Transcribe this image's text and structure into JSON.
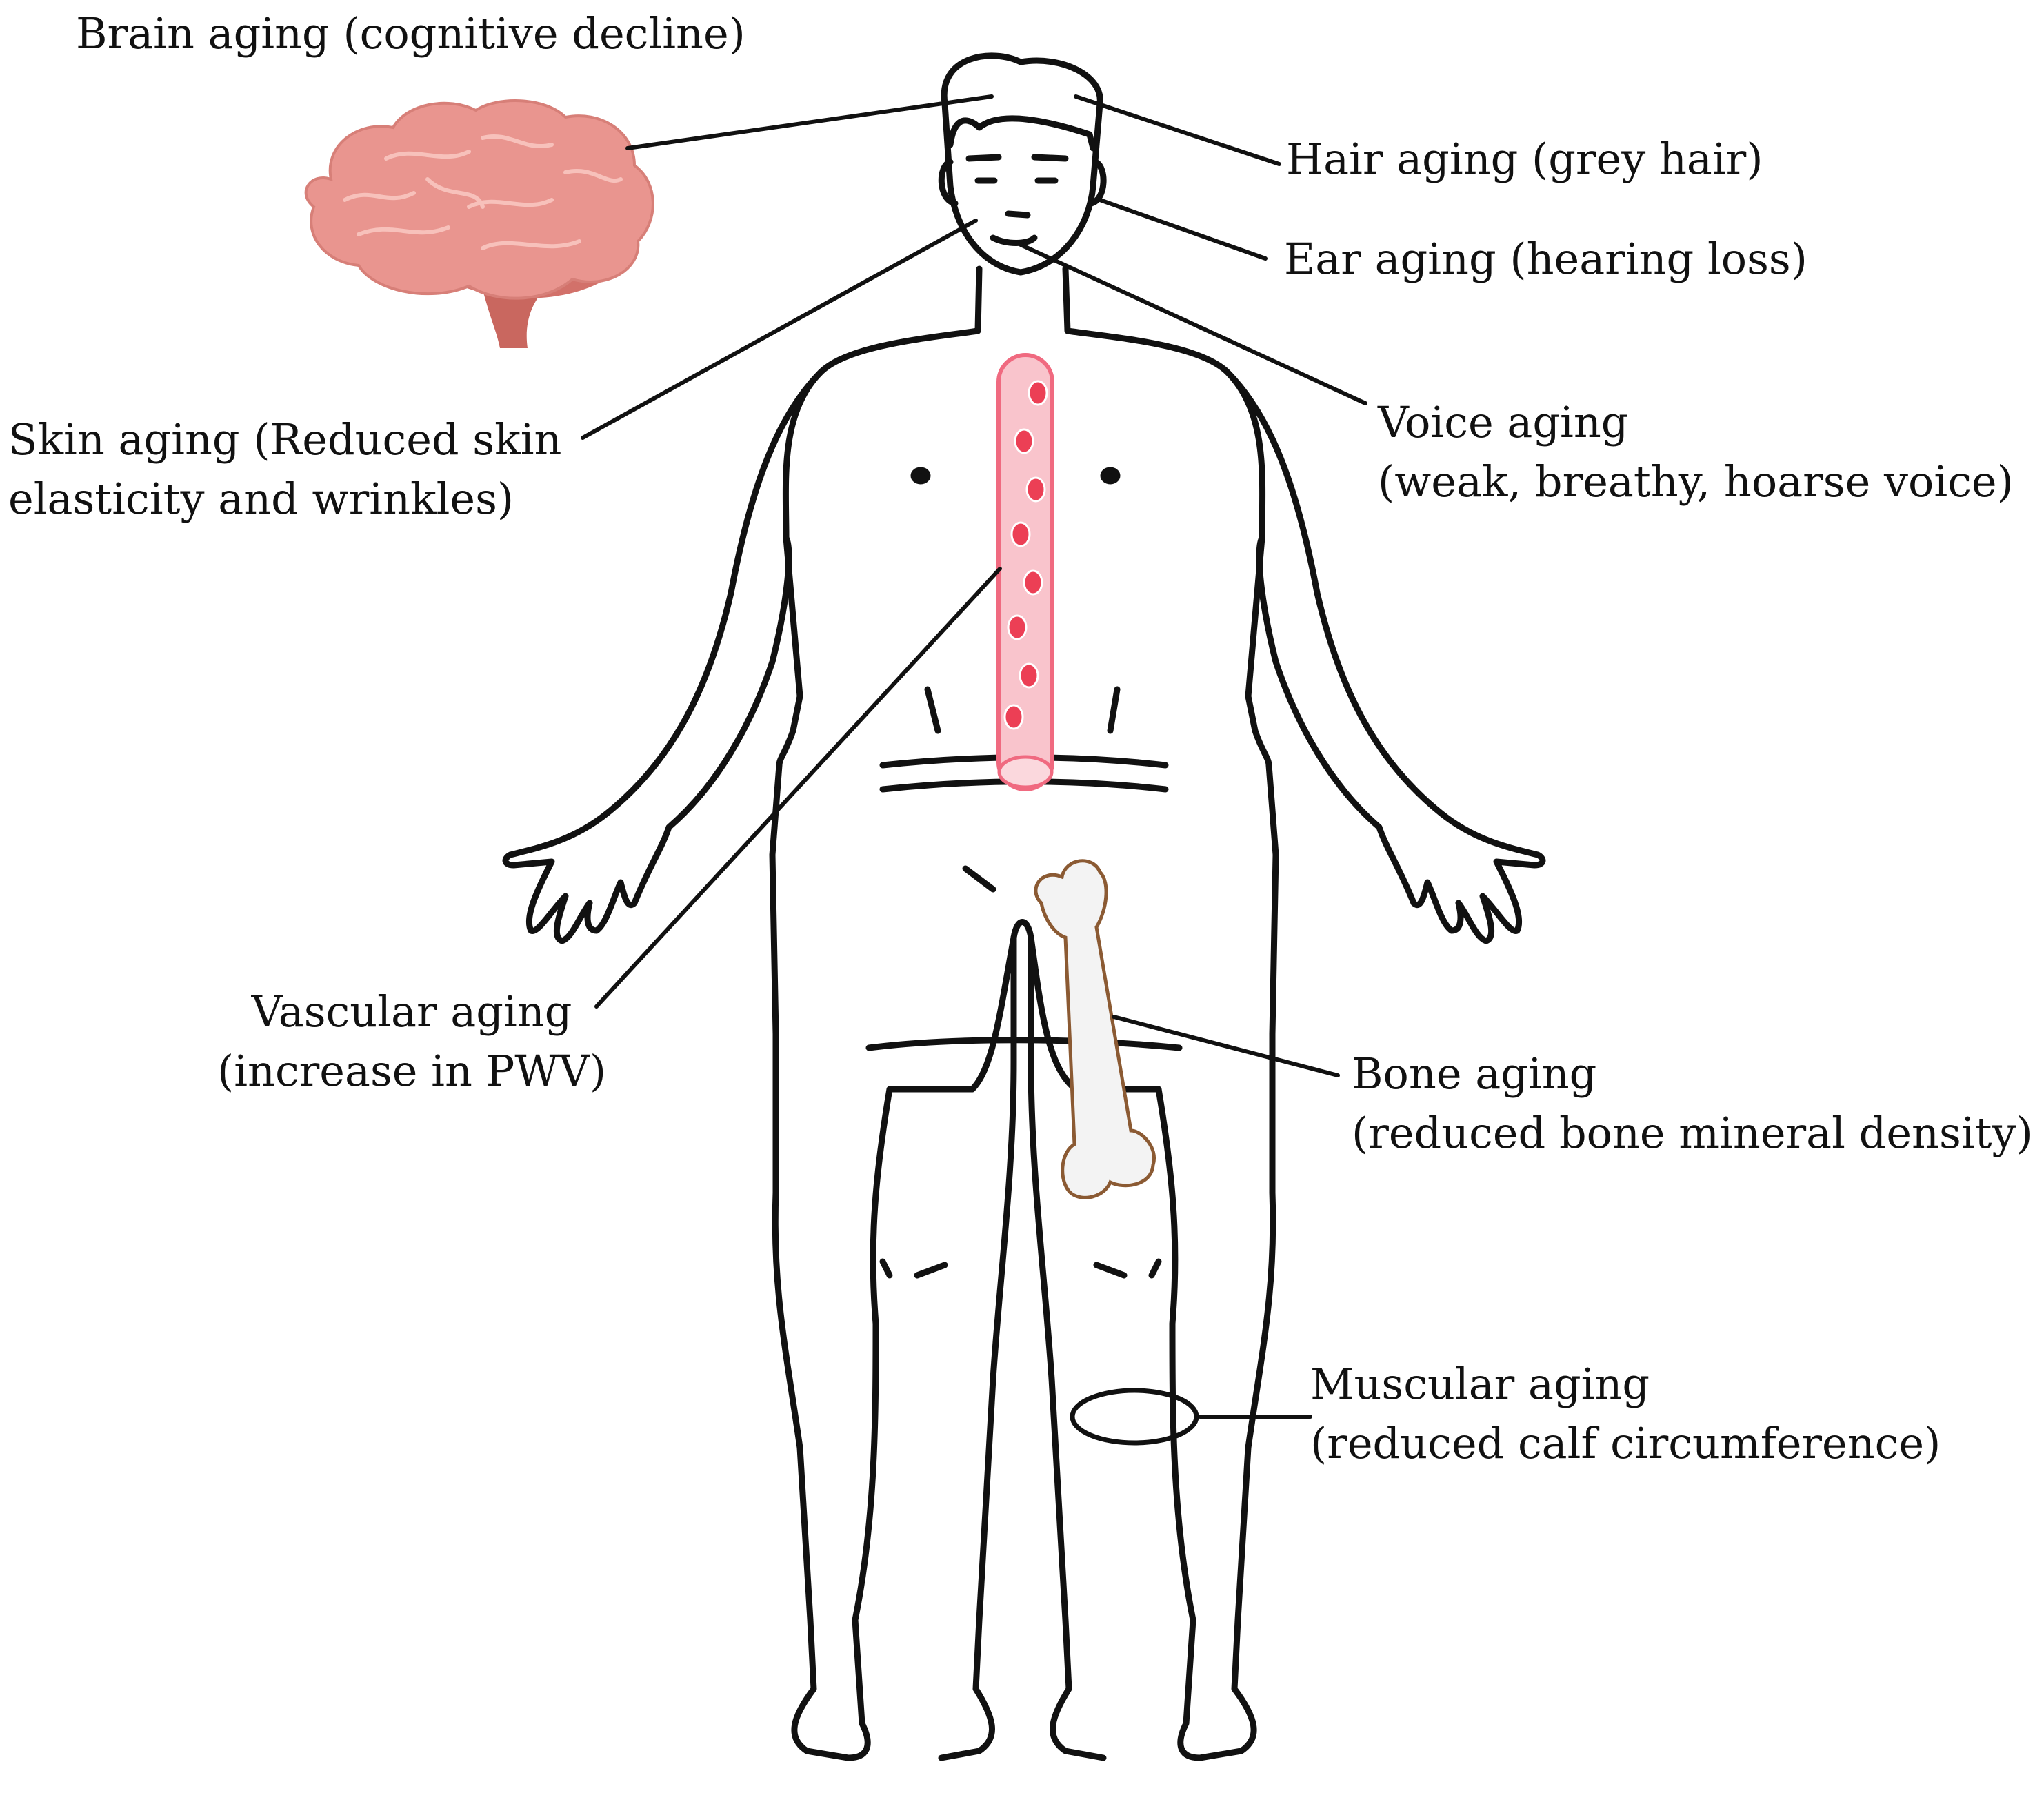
{
  "labels": {
    "brain": {
      "line1": "Brain aging (cognitive decline)"
    },
    "hair": {
      "line1": "Hair aging (grey hair)"
    },
    "ear": {
      "line1": "Ear aging (hearing loss)"
    },
    "skin": {
      "line1": "Skin aging (Reduced skin",
      "line2": "elasticity and wrinkles)"
    },
    "voice": {
      "line1": "Voice aging",
      "line2": "(weak, breathy, hoarse voice)"
    },
    "vascular": {
      "line1": "Vascular aging",
      "line2": "(increase in PWV)"
    },
    "bone": {
      "line1": "Bone aging",
      "line2": "(reduced bone mineral density)"
    },
    "muscular": {
      "line1": "Muscular aging",
      "line2": "(reduced calf circumference)"
    }
  },
  "colors": {
    "outline": "#111111",
    "brain_fill": "#e9958f",
    "brain_stem": "#c9675f",
    "vessel_fill": "#f9c4cc",
    "vessel_stroke": "#f06a80",
    "vessel_cell": "#ec3f55",
    "bone_fill": "#f3f3f3",
    "bone_stroke": "#8b5a33"
  },
  "icons": [
    "brain-icon",
    "blood-vessel-icon",
    "bone-icon",
    "human-body-outline"
  ]
}
